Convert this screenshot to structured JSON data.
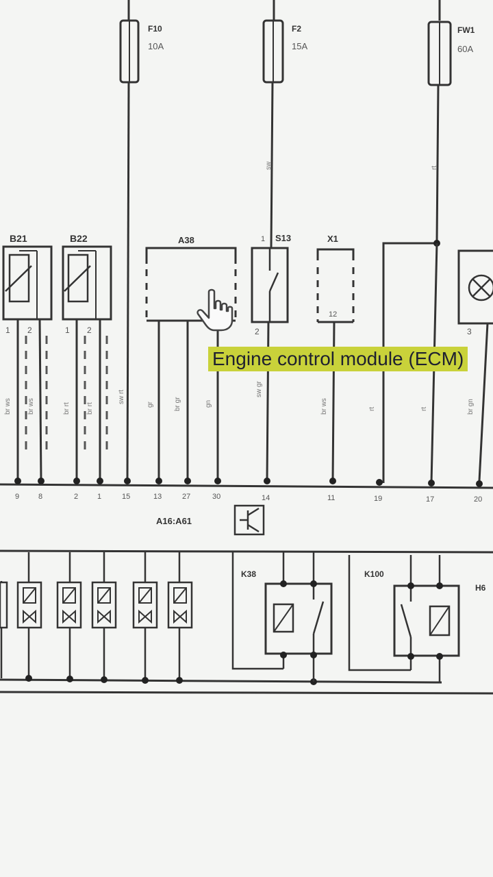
{
  "fuses": [
    {
      "id": "F10",
      "rating": "10A"
    },
    {
      "id": "F2",
      "rating": "15A"
    },
    {
      "id": "FW1",
      "rating": "60A"
    }
  ],
  "wire_codes_top": {
    "f2": "sw",
    "fw1": "rt"
  },
  "components": {
    "b21": "B21",
    "b22": "B22",
    "a38": "A38",
    "s13": "S13",
    "x1": "X1",
    "a16": "A16:A61",
    "k38": "K38",
    "k100": "K100",
    "h": "H6"
  },
  "component_pins": {
    "b21_1": "1",
    "b21_2": "2",
    "b22_1": "1",
    "b22_2": "2",
    "s13_1": "1",
    "s13_2": "2",
    "x1_12": "12",
    "lamp_3": "3"
  },
  "wire_colors": [
    "br ws",
    "br ws",
    "br rt",
    "br rt",
    "sw rt",
    "gr",
    "br gr",
    "gn",
    "sw gr",
    "br ws",
    "rt",
    "rt",
    "br gn"
  ],
  "connector_pins": [
    "9",
    "8",
    "2",
    "1",
    "15",
    "13",
    "27",
    "30",
    "14",
    "11",
    "19",
    "17",
    "20"
  ],
  "tooltip": "Engine control module (ECM)"
}
